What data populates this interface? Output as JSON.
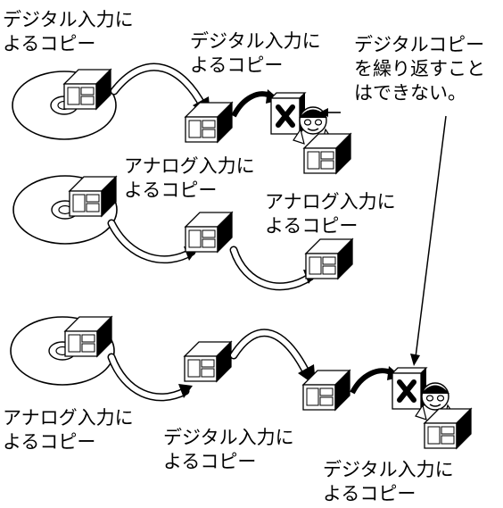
{
  "labels": {
    "row1_source": [
      "デジタル入力に",
      "よるコピー"
    ],
    "row1_copy": [
      "デジタル入力に",
      "よるコピー"
    ],
    "note": [
      "デジタルコピー",
      "を繰り返すこと",
      "はできない。"
    ],
    "row2_copy1": [
      "アナログ入力に",
      "よるコピー"
    ],
    "row2_copy2": [
      "アナログ入力に",
      "よるコピー"
    ],
    "row3_analog": [
      "アナログ入力に",
      "よるコピー"
    ],
    "row3_digital1": [
      "デジタル入力に",
      "よるコピー"
    ],
    "row3_digital2": [
      "デジタル入力に",
      "よるコピー"
    ]
  },
  "icons": {
    "disc": "cd-disc-icon",
    "minidisc": "minidisc-icon",
    "prohibited": "prohibited-x-icon",
    "guard": "guard-face-icon"
  },
  "colors": {
    "ink": "#000000",
    "paper": "#ffffff"
  }
}
